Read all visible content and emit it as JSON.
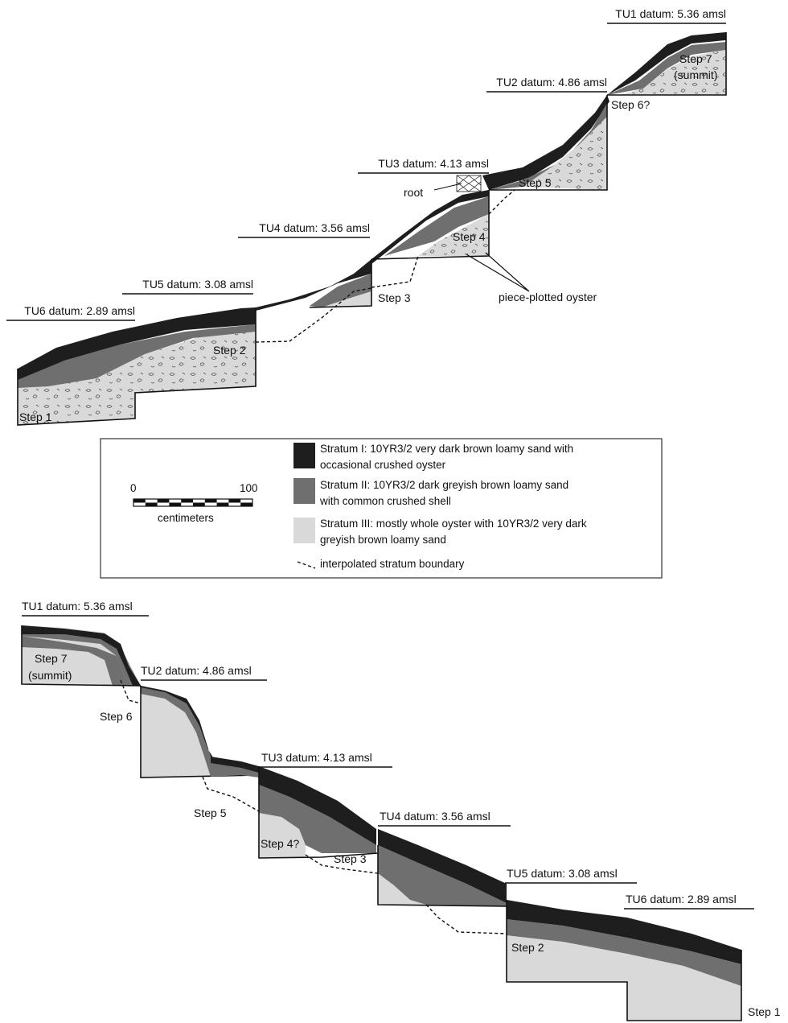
{
  "colors": {
    "stratum_1": "#1e1e1e",
    "stratum_2": "#6f6f6f",
    "stratum_3": "#d9d9d9",
    "outline": "#111111"
  },
  "top_profile": {
    "datums": [
      "TU1 datum: 5.36 amsl",
      "TU2 datum: 4.86 amsl",
      "TU3 datum: 4.13 amsl",
      "TU4 datum: 3.56 amsl",
      "TU5 datum: 3.08 amsl",
      "TU6 datum: 2.89 amsl"
    ],
    "steps": {
      "step7_line1": "Step 7",
      "step7_line2": "(summit)",
      "step6": "Step 6?",
      "step5": "Step 5",
      "step4": "Step 4",
      "step3": "Step 3",
      "step2": "Step 2",
      "step1": "Step 1"
    },
    "root_label": "root",
    "oyster_label": "piece-plotted oyster"
  },
  "legend": {
    "stratum_1_line1": "Stratum I: 10YR3/2 very dark brown loamy sand with",
    "stratum_1_line2": "occasional crushed oyster",
    "stratum_2_line1": "Stratum II: 10YR3/2 dark greyish brown loamy sand",
    "stratum_2_line2": "with common crushed shell",
    "stratum_3_line1": "Stratum III: mostly whole oyster with 10YR3/2 very dark",
    "stratum_3_line2": "greyish brown loamy sand",
    "boundary": "interpolated stratum boundary",
    "scale_min": "0",
    "scale_max": "100",
    "scale_unit": "centimeters"
  },
  "bottom_profile": {
    "datums": [
      "TU1 datum: 5.36 amsl",
      "TU2 datum: 4.86 amsl",
      "TU3 datum: 4.13 amsl",
      "TU4 datum: 3.56 amsl",
      "TU5 datum: 3.08 amsl",
      "TU6 datum: 2.89 amsl"
    ],
    "steps": {
      "step7_line1": "Step 7",
      "step7_line2": "(summit)",
      "step6": "Step 6",
      "step5": "Step 5",
      "step4": "Step 4?",
      "step3": "Step 3",
      "step2": "Step 2",
      "step1": "Step 1"
    }
  }
}
